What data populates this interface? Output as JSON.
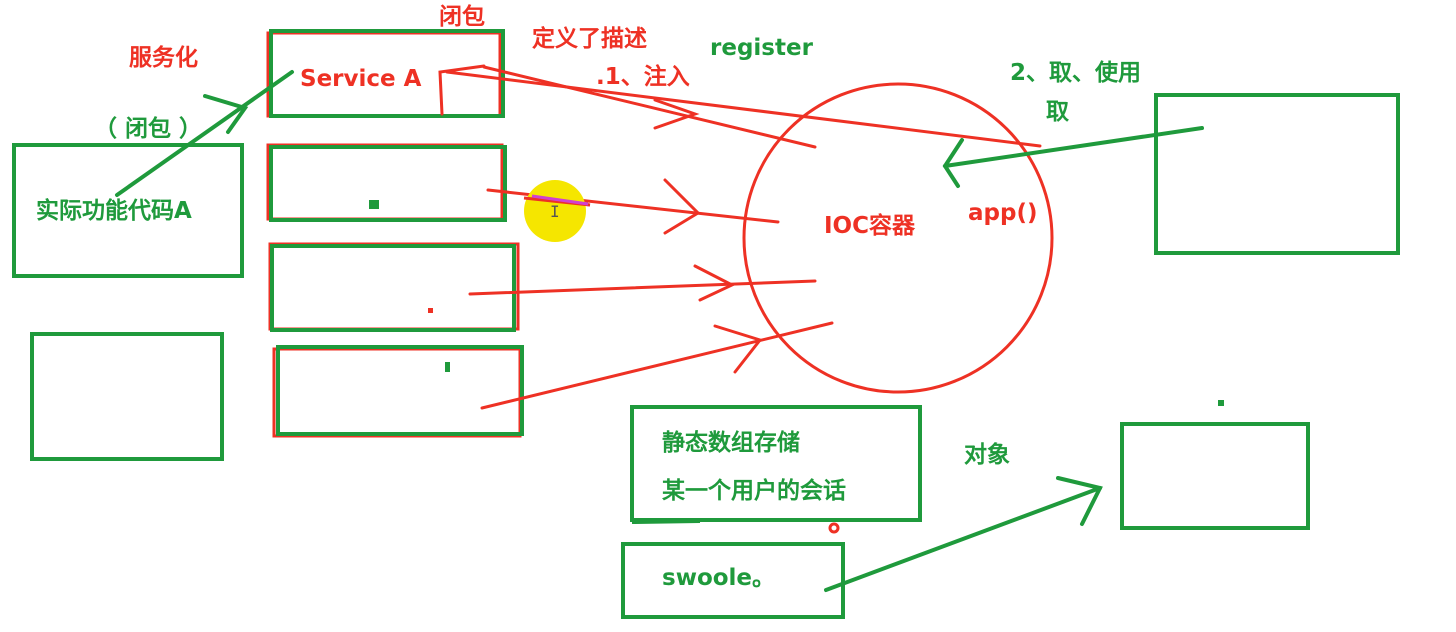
{
  "labels": {
    "service_a": "Service A",
    "servicify": "服务化",
    "closure_top": "闭包",
    "closure_paren": "（ 闭包 ）",
    "defined_desc": "定义了描述",
    "register": "register",
    "inject": ".1、注入",
    "fetch_use": "2、取、使用",
    "fetch": "取",
    "actual_code": "实际功能代码A",
    "ioc": "IOC容器",
    "app_call": "app()",
    "static_array": "静态数组存储",
    "user_session": "某一个用户的会话",
    "swoole": "swoole。",
    "object": "对象"
  },
  "colors": {
    "red": "#ee3124",
    "green": "#1f9a3c",
    "cursor_highlight": "#f5e600"
  },
  "icons": {
    "cursor": "text-cursor-ibeam-icon"
  }
}
